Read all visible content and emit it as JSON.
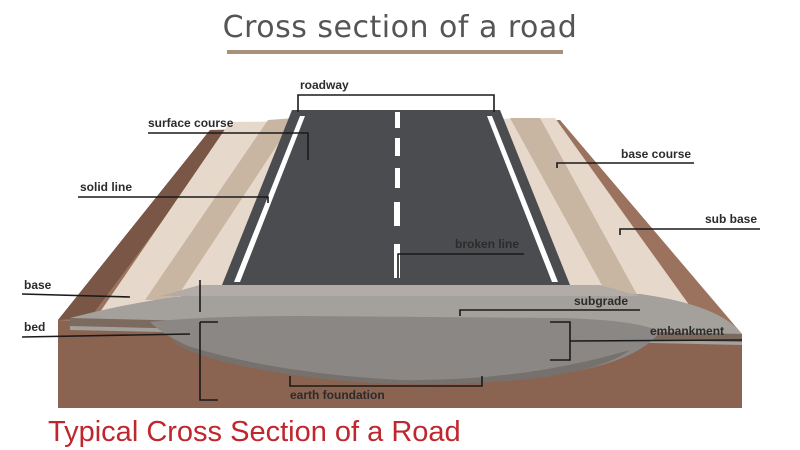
{
  "title": "Cross section of a road",
  "caption": "Typical Cross Section of a Road",
  "labels": {
    "roadway": "roadway",
    "surface_course": "surface course",
    "solid_line": "solid line",
    "base": "base",
    "bed": "bed",
    "base_course": "base course",
    "sub_base": "sub base",
    "broken_line": "broken line",
    "subgrade": "subgrade",
    "embankment": "embankment",
    "earth_foundation": "earth foundation"
  },
  "colors": {
    "earth": "#8a6351",
    "earth_dark": "#6e4c3e",
    "soil_light": "#e6d9cb",
    "base_layer": "#c9b6a2",
    "asphalt": "#4a4c4f",
    "gravel": "#9a9794",
    "caption_red": "#c0262d",
    "title_gray": "#555555"
  }
}
